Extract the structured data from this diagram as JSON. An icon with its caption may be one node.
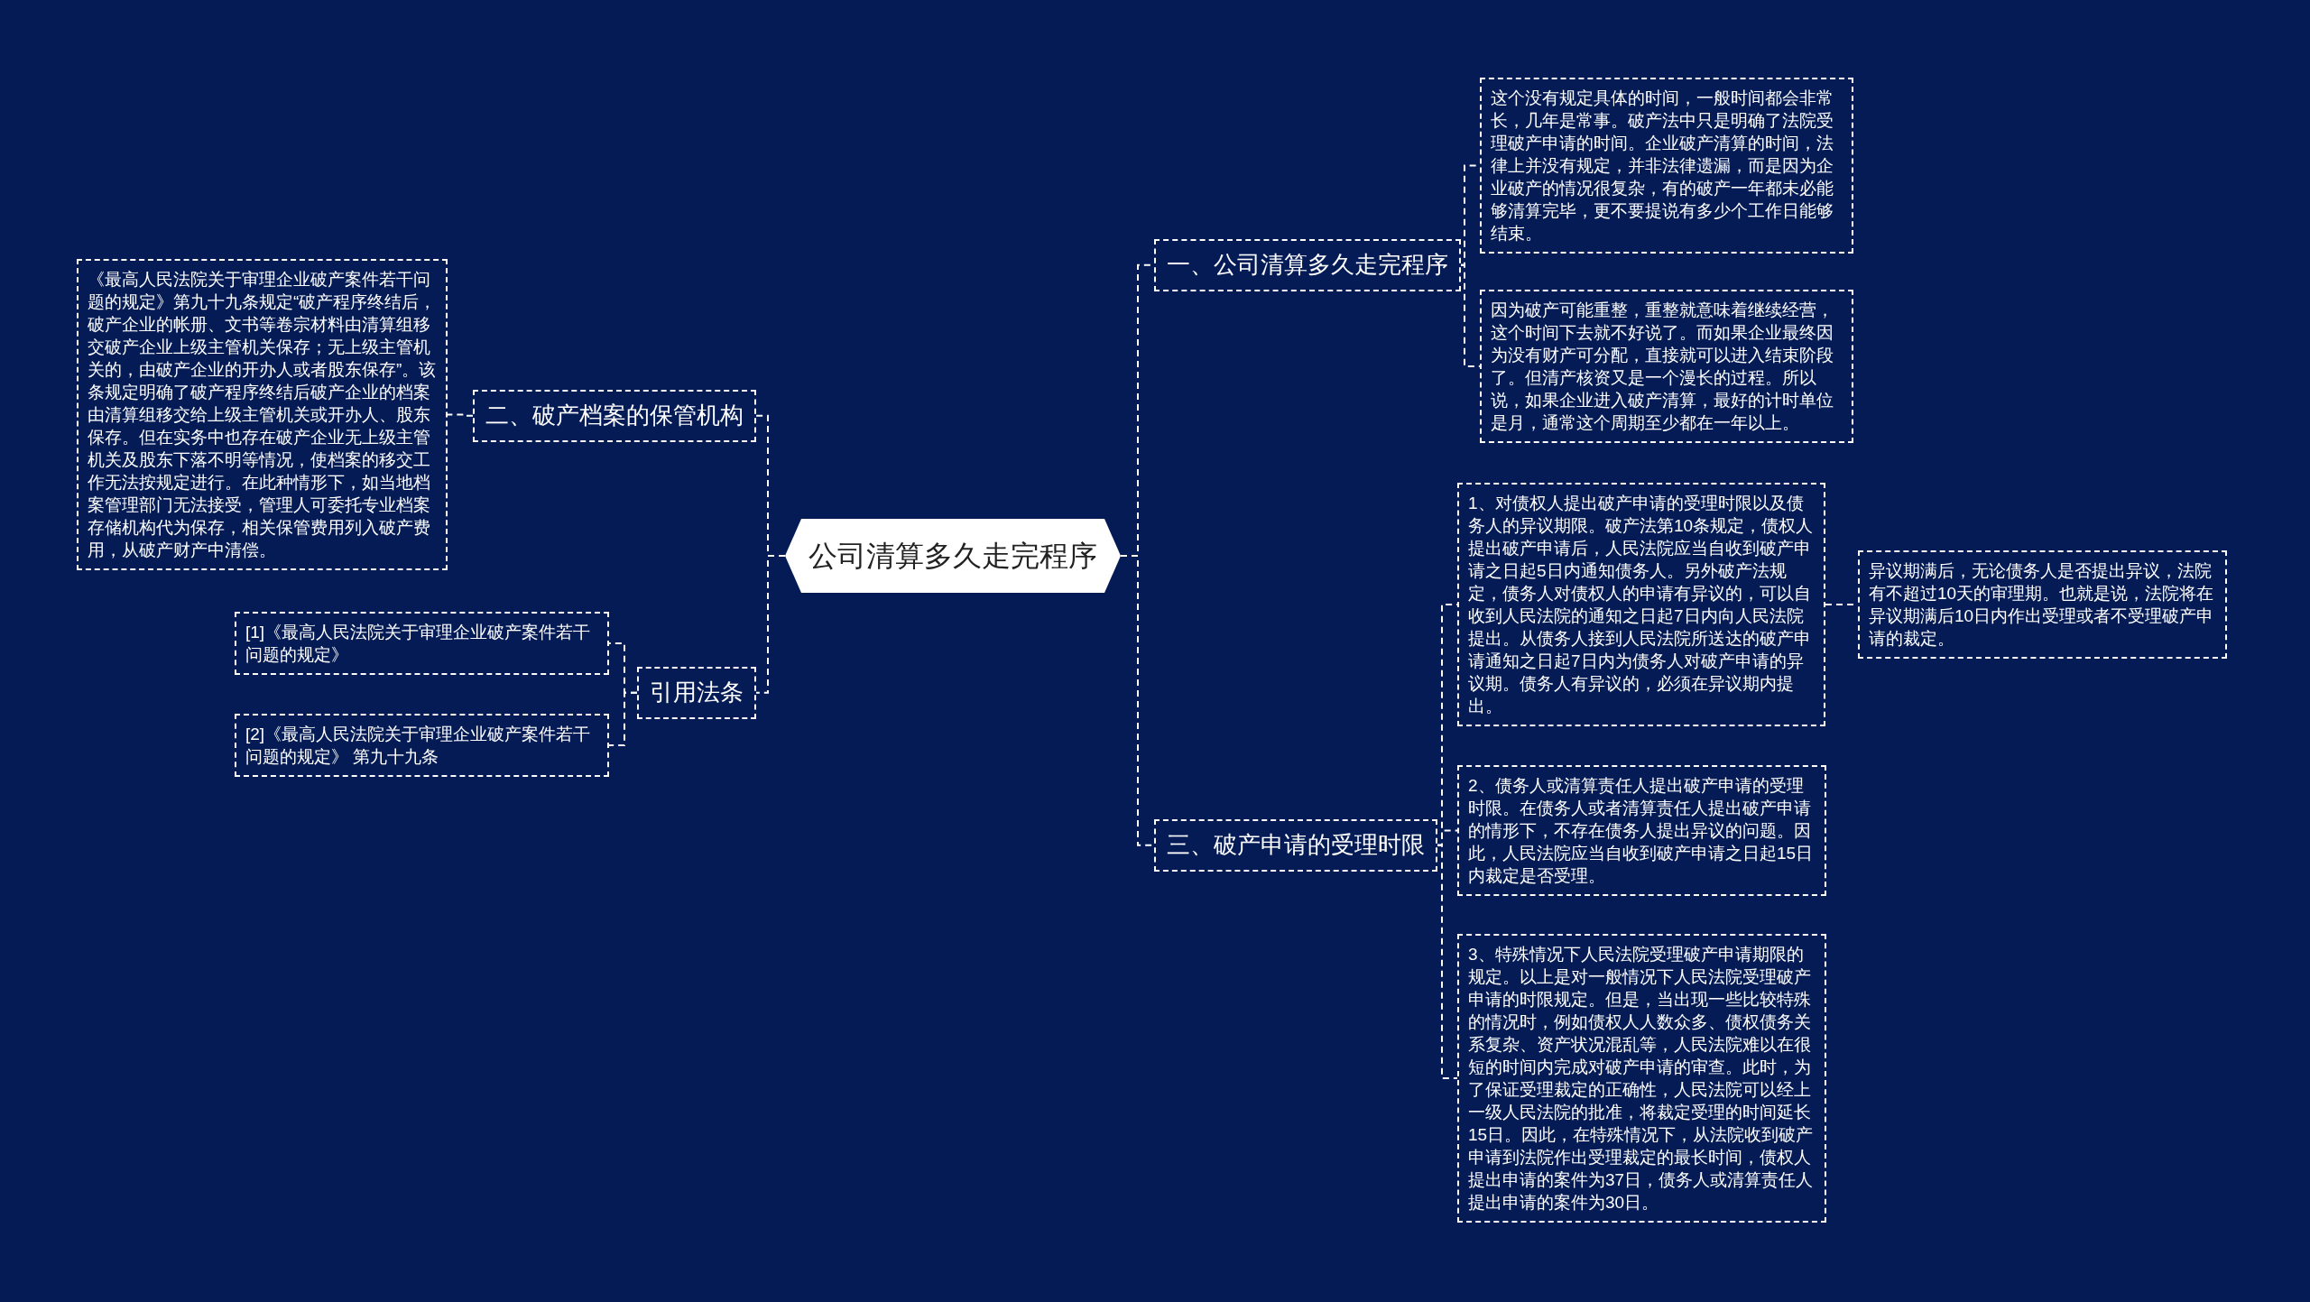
{
  "diagram": {
    "nodes": [
      {
        "text": [
          "公司清算多久走完程序"
        ]
      },
      {
        "text": [
          "一、公司清算多久走完程序"
        ]
      },
      {
        "text": [
          "这个没有规定具体的时间，一般时间都会非常长，几年是常事。破产法中只是明确了法院受理破产申请的时间。企业破产清算的时间，法律上并没有规定，并非法律遗漏，而是因为企业破产的情况很复杂，有的破产一年都未必能够清算完毕，更不要提说有多少个工作日能够结束。"
        ]
      },
      {
        "text": [
          "因为破产可能重整，重整就意味着继续经营，这个时间下去就不好说了。而如果企业最终因为没有财产可分配，直接就可以进入结束阶段了。但清产核资又是一个漫长的过程。所以说，如果企业进入破产清算，最好的计时单位是月，通常这个周期至少都在一年以上。"
        ]
      },
      {
        "text": [
          "二、破产档案的保管机构"
        ]
      },
      {
        "text": [
          "《最高人民法院关于审理企业破产案件若干问题的规定》第九十九条规定“破产程序终结后，破产企业的帐册、文书等卷宗材料由清算组移交破产企业上级主管机关保存；无上级主管机关的，由破产企业的开办人或者股东保存”。该条规定明确了破产程序终结后破产企业的档案由清算组移交给上级主管机关或开办人、股东保存。但在实务中也存在破产企业无上级主管机关及股东下落不明等情况，使档案的移交工作无法按规定进行。在此种情形下，如当地档案管理部门无法接受，管理人可委托专业档案存储机构代为保存，相关保管费用列入破产费用，从破产财产中清偿。"
        ]
      },
      {
        "text": [
          "引用法条"
        ]
      },
      {
        "text": [
          "[1]《最高人民法院关于审理企业破产案件若干问题的规定》"
        ]
      },
      {
        "text": [
          "[2]《最高人民法院关于审理企业破产案件若干问题的规定》 第九十九条"
        ]
      },
      {
        "text": [
          "三、破产申请的受理时限"
        ]
      },
      {
        "text": [
          "1、对债权人提出破产申请的受理时限以及债务人的异议期限。破产法第10条规定，债权人提出破产申请后，人民法院应当自收到破产申请之日起5日内通知债务人。另外破产法规定，债务人对债权人的申请有异议的，可以自收到人民法院的通知之日起7日内向人民法院提出。从债务人接到人民法院所送达的破产申请通知之日起7日内为债务人对破产申请的异议期。债务人有异议的，必须在异议期内提出。"
        ]
      },
      {
        "text": [
          "异议期满后，无论债务人是否提出异议，法院有不超过10天的审理期。也就是说，法院将在异议期满后10日内作出受理或者不受理破产申请的裁定。"
        ]
      },
      {
        "text": [
          "2、债务人或清算责任人提出破产申请的受理时限。在债务人或者清算责任人提出破产申请的情形下，不存在债务人提出异议的问题。因此，人民法院应当自收到破产申请之日起15日内裁定是否受理。"
        ]
      },
      {
        "text": [
          "3、特殊情况下人民法院受理破产申请期限的规定。以上是对一般情况下人民法院受理破产申请的时限规定。但是，当出现一些比较特殊的情况时，例如债权人人数众多、债权债务关系复杂、资产状况混乱等，人民法院难以在很短的时间内完成对破产申请的审查。此时，为了保证受理裁定的正确性，人民法院可以经上一级人民法院的批准，将裁定受理的时间延长15日。因此，在特殊情况下，从法院收到破产申请到法院作出受理裁定的最长时间，债权人提出申请的案件为37日，债务人或清算责任人提出申请的案件为30日。"
        ]
      }
    ],
    "edges": [
      {
        "from": 0,
        "to": 1,
        "arrow": "none",
        "style": "dashed"
      },
      {
        "from": 0,
        "to": 9,
        "arrow": "none",
        "style": "dashed"
      },
      {
        "from": 0,
        "to": 4,
        "arrow": "none",
        "style": "dashed"
      },
      {
        "from": 0,
        "to": 6,
        "arrow": "none",
        "style": "dashed"
      },
      {
        "from": 1,
        "to": 2,
        "arrow": "none",
        "style": "dashed"
      },
      {
        "from": 1,
        "to": 3,
        "arrow": "none",
        "style": "dashed"
      },
      {
        "from": 4,
        "to": 5,
        "arrow": "none",
        "style": "dashed"
      },
      {
        "from": 6,
        "to": 7,
        "arrow": "none",
        "style": "dashed"
      },
      {
        "from": 6,
        "to": 8,
        "arrow": "none",
        "style": "dashed"
      },
      {
        "from": 9,
        "to": 10,
        "arrow": "none",
        "style": "dashed"
      },
      {
        "from": 9,
        "to": 12,
        "arrow": "none",
        "style": "dashed"
      },
      {
        "from": 9,
        "to": 13,
        "arrow": "none",
        "style": "dashed"
      },
      {
        "from": 10,
        "to": 11,
        "arrow": "none",
        "style": "dashed"
      }
    ]
  }
}
